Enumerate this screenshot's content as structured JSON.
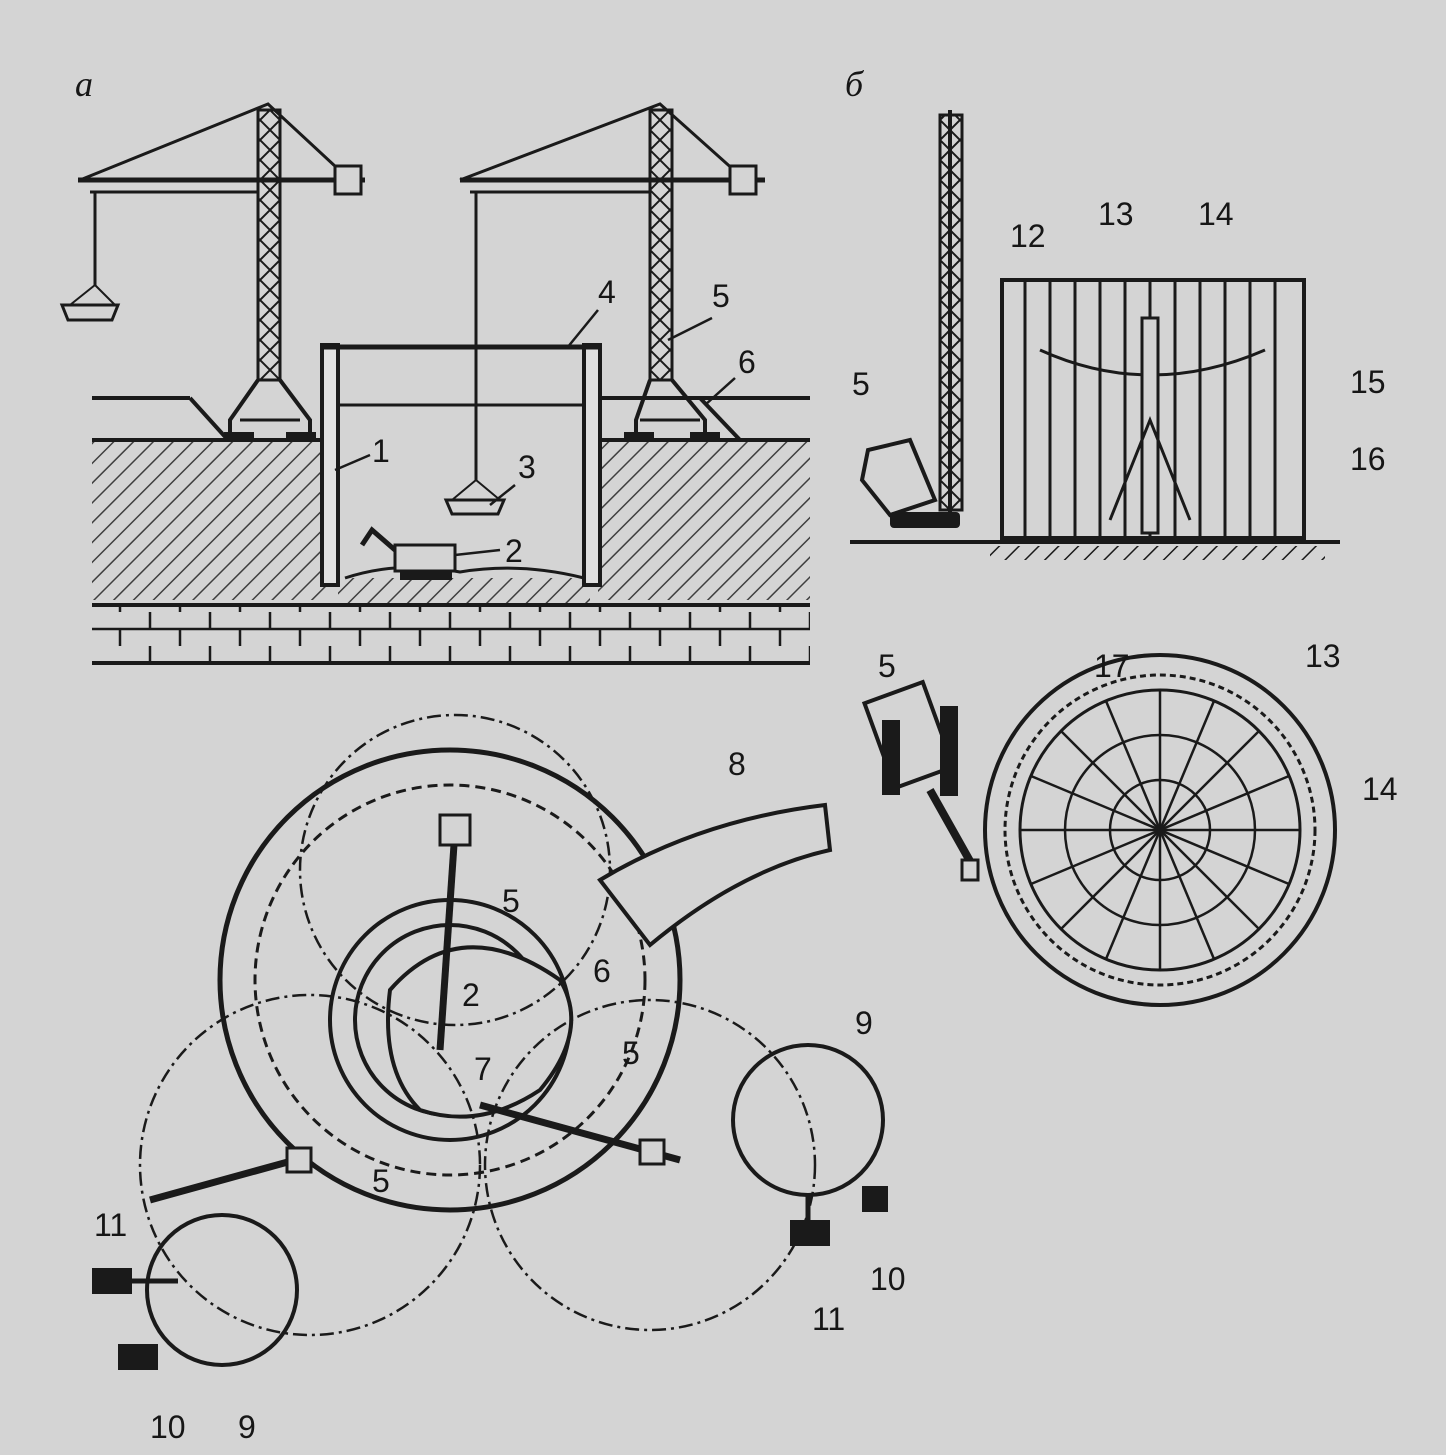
{
  "panels": [
    {
      "id": "a",
      "label": "а"
    },
    {
      "id": "b",
      "label": "б"
    }
  ],
  "callouts": {
    "a_1": "1",
    "a_2": "2",
    "a_3": "3",
    "a_4": "4",
    "a_5": "5",
    "a_6": "6",
    "b_5": "5",
    "b_12": "12",
    "b_13": "13",
    "b_14": "14",
    "b_15": "15",
    "b_16": "16",
    "b2_5": "5",
    "b2_17": "17",
    "b2_13": "13",
    "b2_14": "14",
    "c_8": "8",
    "c_5a": "5",
    "c_6": "6",
    "c_2": "2",
    "c_7": "7",
    "c_5b": "5",
    "c_5c": "5",
    "c_9a": "9",
    "c_9b": "9",
    "c_10a": "10",
    "c_10b": "10",
    "c_11a": "11",
    "c_11b": "11"
  },
  "colors": {
    "background": "#d4d4d4",
    "ink": "#1a1a1a"
  }
}
